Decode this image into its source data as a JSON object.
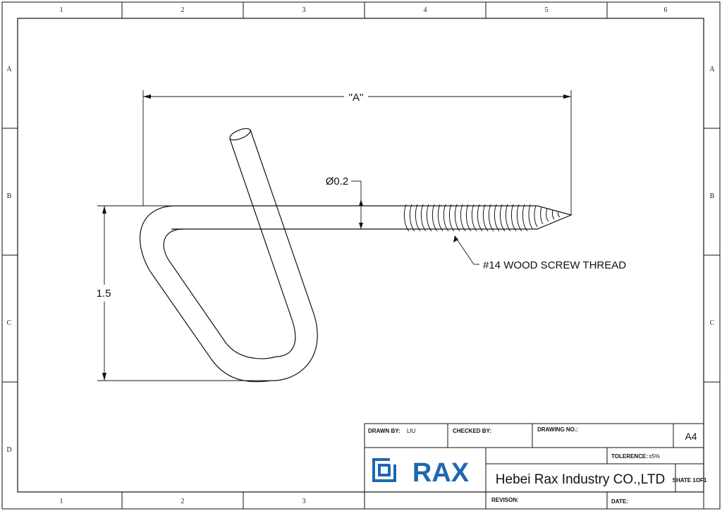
{
  "zones": {
    "columns": [
      "1",
      "2",
      "3",
      "4",
      "5",
      "6"
    ],
    "bottom_columns": [
      "1",
      "2",
      "3"
    ],
    "rows": [
      "A",
      "B",
      "C",
      "D"
    ]
  },
  "dimensions": {
    "overall_length": "\"A\"",
    "wire_diameter": "Ø0.2",
    "hook_height": "1.5",
    "thread_note": "#14 WOOD SCREW THREAD"
  },
  "title_block": {
    "drawn_by_label": "DRAWN BY:",
    "drawn_by_value": "LIU",
    "checked_by_label": "CHECKED BY:",
    "drawing_no_label": "DRAWING NO.:",
    "sheet_size": "A4",
    "tolerance_label": "TOLERENCE:",
    "tolerance_value": "±5%",
    "logo_text": "RAX",
    "company": "Hebei Rax Industry CO.,LTD",
    "sheet": "SHATE 1OF1",
    "revision_label": "REVISON:",
    "date_label": "DATE:"
  },
  "colors": {
    "line": "#111111",
    "logo_blue": "#1f67b1"
  }
}
